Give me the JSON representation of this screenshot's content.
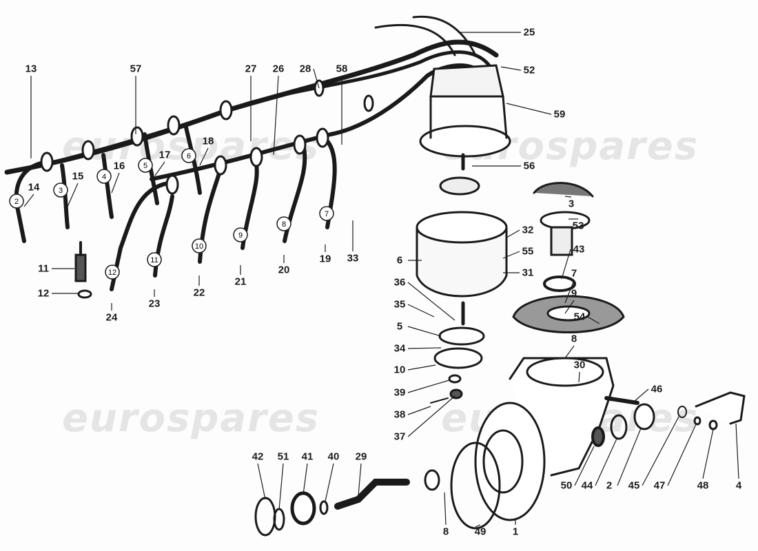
{
  "watermark": "eurospares",
  "callouts": [
    "13",
    "57",
    "27",
    "26",
    "28",
    "58",
    "25",
    "52",
    "59",
    "56",
    "3",
    "53",
    "32",
    "55",
    "31",
    "43",
    "7",
    "9",
    "54",
    "8",
    "30",
    "46",
    "6",
    "36",
    "35",
    "5",
    "34",
    "10",
    "39",
    "38",
    "37",
    "33",
    "14",
    "15",
    "16",
    "17",
    "18",
    "11",
    "12",
    "24",
    "23",
    "22",
    "21",
    "20",
    "19",
    "42",
    "51",
    "41",
    "40",
    "29",
    "8",
    "49",
    "1",
    "50",
    "44",
    "2",
    "45",
    "47",
    "48",
    "4"
  ],
  "wire_numbers": [
    "2",
    "3",
    "4",
    "5",
    "6",
    "12",
    "11",
    "10",
    "9",
    "8",
    "7"
  ],
  "colors": {
    "ink": "#1a1a1a",
    "watermark": "#c8c8c8"
  }
}
